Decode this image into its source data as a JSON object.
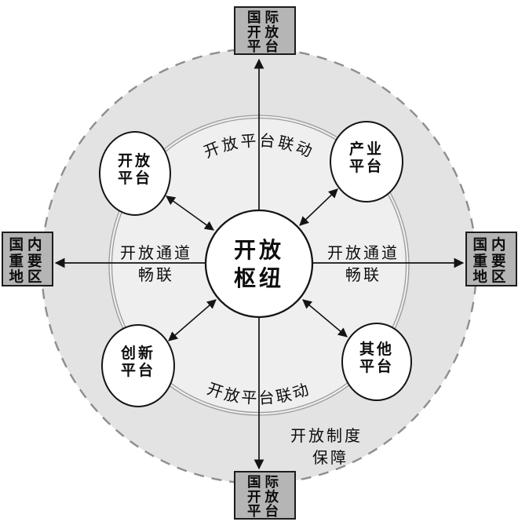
{
  "diagram": {
    "colors": {
      "background": "#ffffff",
      "outer_zone_fill": "#e3e3e3",
      "inner_zone_fill": "#efefef",
      "box_fill": "#b5b5b5",
      "node_fill": "#ffffff",
      "line_color": "#141414",
      "dashed_ring_color": "#8e8e8e"
    },
    "hub": {
      "line1": "开放",
      "line2": "枢纽"
    },
    "platforms": {
      "open": {
        "line1": "开放",
        "line2": "平台"
      },
      "industry": {
        "line1": "产业",
        "line2": "平台"
      },
      "innovation": {
        "line1": "创新",
        "line2": "平台"
      },
      "other": {
        "line1": "其他",
        "line2": "平台"
      }
    },
    "edge_boxes": {
      "top": {
        "line1": "国际",
        "line2": "开放",
        "line3": "平台"
      },
      "bottom": {
        "line1": "国际",
        "line2": "开放",
        "line3": "平台"
      },
      "left": {
        "line1": "国内",
        "line2": "重要",
        "line3": "地区"
      },
      "right": {
        "line1": "国内",
        "line2": "重要",
        "line3": "地区"
      }
    },
    "labels": {
      "top_arc": "开放平台联动",
      "bottom_arc": "开放平台联动",
      "left_channel_line1": "开放通道",
      "left_channel_line2": "畅联",
      "right_channel_line1": "开放通道",
      "right_channel_line2": "畅联",
      "institution_line1": "开放制度",
      "institution_line2": "保障"
    }
  }
}
